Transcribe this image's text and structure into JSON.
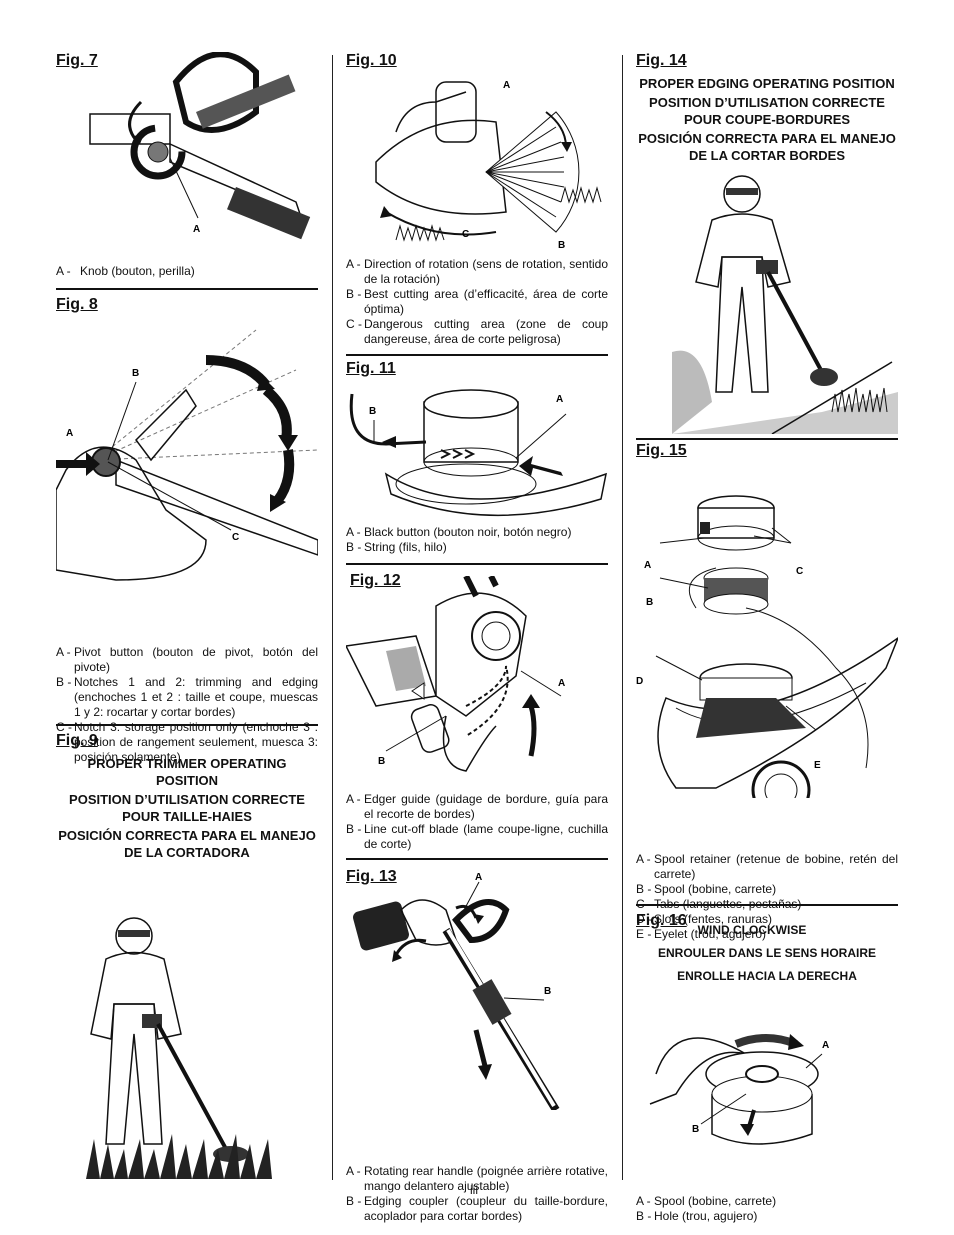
{
  "page_number": "iii",
  "fig7": {
    "title": "Fig. 7",
    "labels": {
      "a": "A"
    },
    "caption": [
      {
        "k": "A -",
        "v": "Knob (bouton, perilla)"
      }
    ]
  },
  "fig8": {
    "title": "Fig. 8",
    "labels": {
      "a": "A",
      "b": "B",
      "c": "C"
    },
    "caption": [
      {
        "k": "A -",
        "v": "Pivot button (bouton de pivot, botón del pivote)"
      },
      {
        "k": "B -",
        "v": "Notches 1 and 2: trimming and edging (enchoches 1 et 2 : taille et coupe, muescas 1 y 2: rocartar y cortar bordes)"
      },
      {
        "k": "C -",
        "v": "Notch 3: storage position only (enchoche 3 : position de rangement seulement, muesca 3: posición solamente)"
      }
    ]
  },
  "fig9": {
    "title": "Fig. 9",
    "heading": [
      "PROPER TRIMMER OPERATING POSITION",
      "POSITION D’UTILISATION CORRECTE POUR TAILLE-HAIES",
      "POSICIÓN CORRECTA PARA EL MANEJO DE LA CORTADORA"
    ]
  },
  "fig10": {
    "title": "Fig. 10",
    "labels": {
      "a": "A",
      "b": "B",
      "c": "C"
    },
    "caption": [
      {
        "k": "A -",
        "v": "Direction of rotation (sens de rotation, sentido de la rotación)"
      },
      {
        "k": "B -",
        "v": "Best cutting area (d’efficacité, área de corte óptima)"
      },
      {
        "k": "C -",
        "v": "Dangerous cutting area (zone de coup dangereuse, área de corte peligrosa)"
      }
    ]
  },
  "fig11": {
    "title": "Fig. 11",
    "labels": {
      "a": "A",
      "b": "B"
    },
    "caption": [
      {
        "k": "A -",
        "v": "Black button (bouton noir, botón negro)"
      },
      {
        "k": "B -",
        "v": "String (fils, hilo)"
      }
    ]
  },
  "fig12": {
    "title": "Fig. 12",
    "labels": {
      "a": "A",
      "b": "B"
    },
    "caption": [
      {
        "k": "A -",
        "v": "Edger guide (guidage de bordure, guía para el recorte de bordes)"
      },
      {
        "k": "B -",
        "v": "Line cut-off blade (lame coupe-ligne, cuchilla de corte)"
      }
    ]
  },
  "fig13": {
    "title": "Fig. 13",
    "labels": {
      "a": "A",
      "b": "B"
    },
    "caption": [
      {
        "k": "A -",
        "v": "Rotating rear handle (poignée arrière rotative, mango delantero ajustable)"
      },
      {
        "k": "B -",
        "v": "Edging coupler (coupleur du taille-bordure, acoplador para cortar bordes)"
      }
    ]
  },
  "fig14": {
    "title": "Fig. 14",
    "heading": [
      "PROPER EDGING OPERATING POSITION",
      "POSITION D’UTILISATION CORRECTE POUR COUPE-BORDURES",
      "POSICIÓN CORRECTA PARA EL MANEJO DE LA CORTAR BORDES"
    ]
  },
  "fig15": {
    "title": "Fig. 15",
    "labels": {
      "a": "A",
      "b": "B",
      "c": "C",
      "d": "D",
      "e": "E"
    },
    "caption": [
      {
        "k": "A -",
        "v": "Spool retainer (retenue de bobine, retén del carrete)"
      },
      {
        "k": "B -",
        "v": "Spool (bobine, carrete)"
      },
      {
        "k": "C -",
        "v": "Tabs (languettes, pestañas)"
      },
      {
        "k": "D -",
        "v": "Slots (fentes, ranuras)"
      },
      {
        "k": "E -",
        "v": "Eyelet (trou, agujero)"
      }
    ]
  },
  "fig16": {
    "title": "Fig. 16",
    "heading": [
      "WIND CLOCKWISE",
      "ENROULER DANS LE SENS HORAIRE",
      "ENROLLE HACIA LA DERECHA"
    ],
    "labels": {
      "a": "A",
      "b": "B"
    },
    "caption": [
      {
        "k": "A -",
        "v": "Spool (bobine, carrete)"
      },
      {
        "k": "B -",
        "v": "Hole (trou, agujero)"
      }
    ]
  }
}
